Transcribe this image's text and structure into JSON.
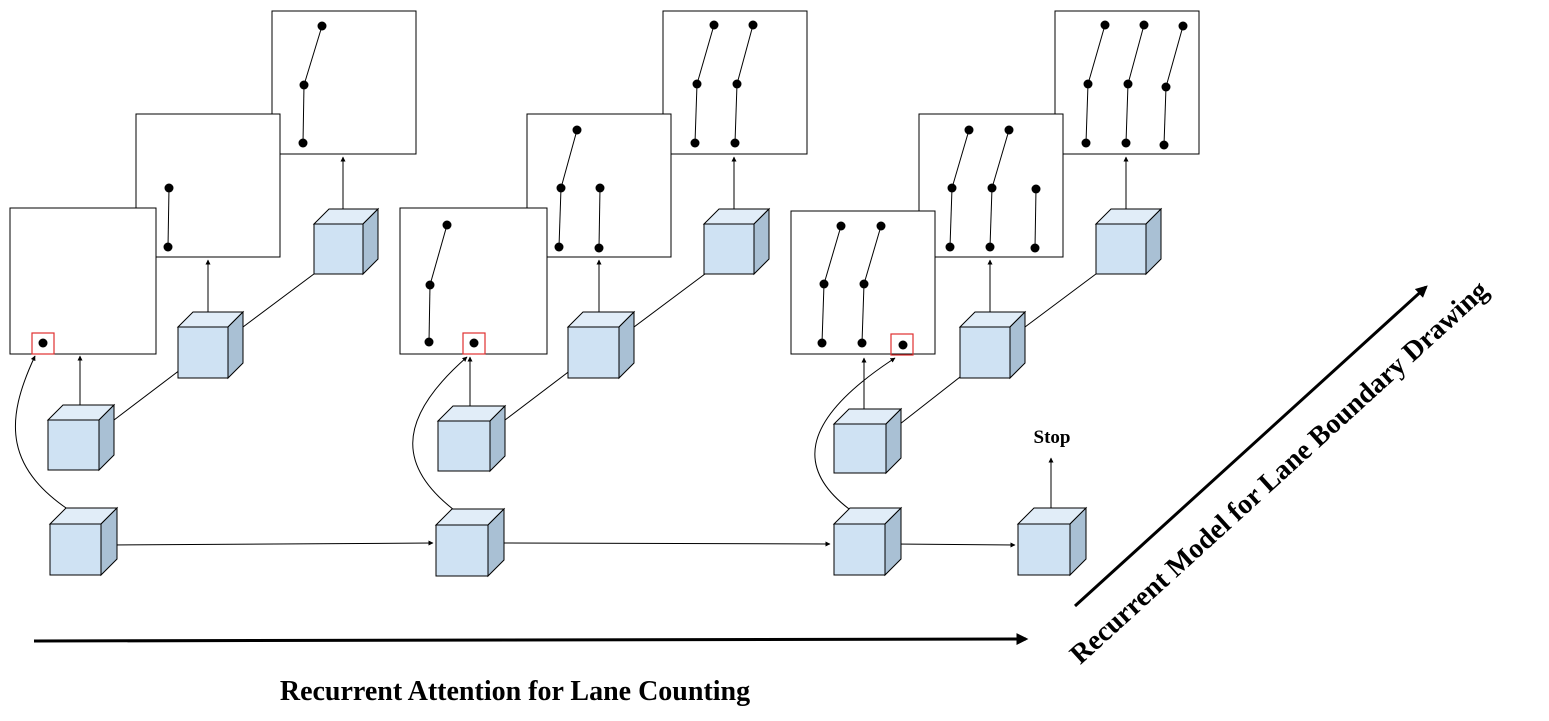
{
  "labels": {
    "stop": "Stop",
    "x_axis": "Recurrent Attention for Lane Counting",
    "diag_axis": "Recurrent Model for Lane Boundary Drawing"
  },
  "colors": {
    "cube_front": "#cfe2f3",
    "cube_top": "#e1edf8",
    "cube_side": "#a9c0d4",
    "stroke": "#000000",
    "highlight": "#e03030"
  }
}
